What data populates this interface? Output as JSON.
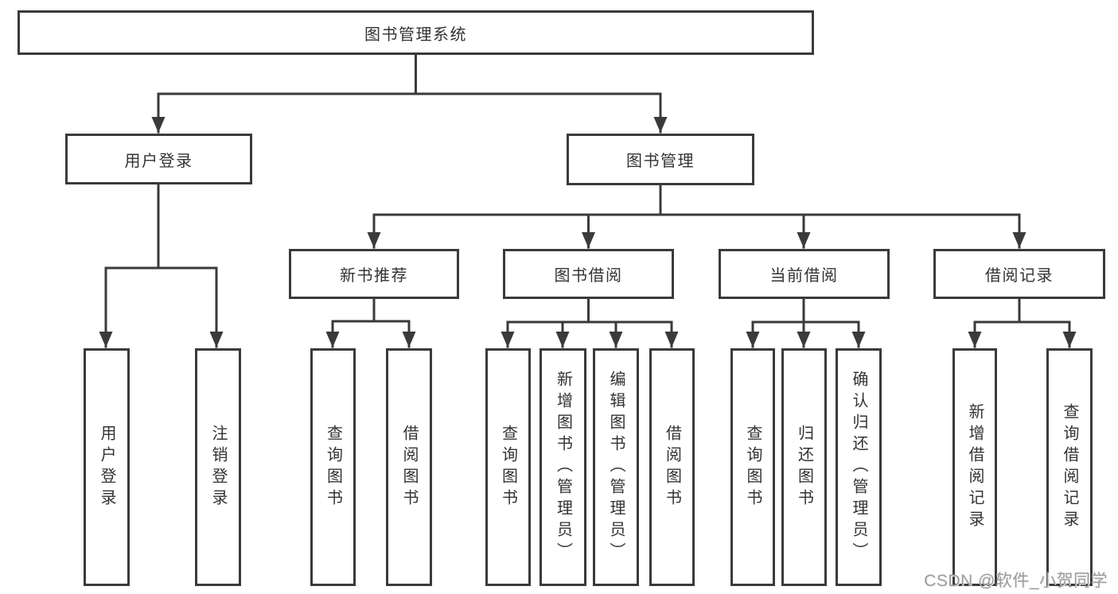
{
  "tree": {
    "label": "图书管理系统",
    "children": [
      {
        "label": "用户登录",
        "children": [
          {
            "label": "用户登录"
          },
          {
            "label": "注销登录"
          }
        ]
      },
      {
        "label": "图书管理",
        "children": [
          {
            "label": "新书推荐",
            "children": [
              {
                "label": "查询图书"
              },
              {
                "label": "借阅图书"
              }
            ]
          },
          {
            "label": "图书借阅",
            "children": [
              {
                "label": "查询图书"
              },
              {
                "label": "新增图书（管理员）"
              },
              {
                "label": "编辑图书（管理员）"
              },
              {
                "label": "借阅图书"
              }
            ]
          },
          {
            "label": "当前借阅",
            "children": [
              {
                "label": "查询图书"
              },
              {
                "label": "归还图书"
              },
              {
                "label": "确认归还（管理员）"
              }
            ]
          },
          {
            "label": "借阅记录",
            "children": [
              {
                "label": "新增借阅记录"
              },
              {
                "label": "查询借阅记录"
              }
            ]
          }
        ]
      }
    ]
  },
  "watermark": "CSDN @软件_小贺同学",
  "colors": {
    "line": "#3a3a3a",
    "text": "#333333",
    "background": "#ffffff",
    "watermark": "#9d9d9d"
  }
}
